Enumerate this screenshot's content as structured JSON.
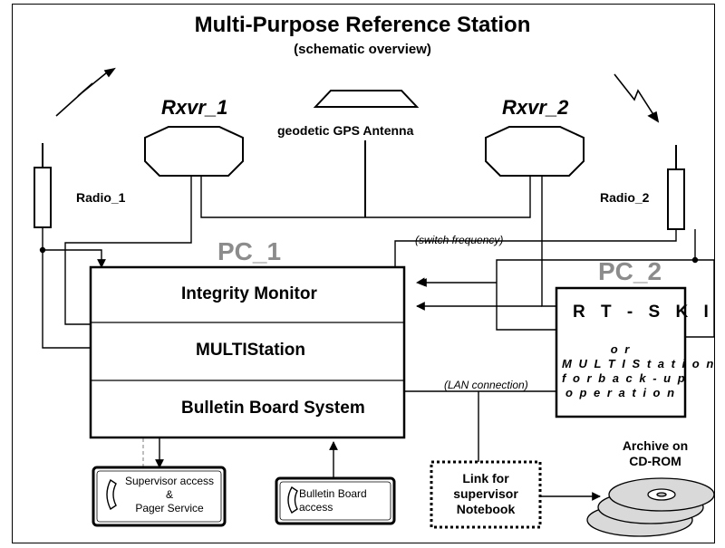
{
  "title": "Multi-Purpose Reference Station",
  "subtitle": "(schematic overview)",
  "receivers": {
    "rx1": "Rxvr_1",
    "rx2": "Rxvr_2"
  },
  "antenna_label": "geodetic  GPS Antenna",
  "radios": {
    "radio1": "Radio_1",
    "radio2": "Radio_2"
  },
  "pc1": {
    "label": "PC_1",
    "modules": [
      "Integrity Monitor",
      "MULTIStation",
      "Bulletin Board System"
    ]
  },
  "pc2": {
    "label": "PC_2",
    "main": "R T - S K I",
    "alt_lines": [
      "o r",
      "M U L T I S t a t i o n",
      "f o r  b a c k - u p",
      "o p e r a t i o n"
    ]
  },
  "annotations": {
    "switch": "(switch frequency)",
    "lan": "(LAN connection)"
  },
  "access_boxes": {
    "supervisor": [
      "Supervisor access",
      "&",
      "Pager Service"
    ],
    "bulletin": [
      "Bulletin Board",
      "access"
    ]
  },
  "notebook": [
    "Link for",
    "supervisor",
    "Notebook"
  ],
  "archive": [
    "Archive on",
    "CD-ROM"
  ]
}
